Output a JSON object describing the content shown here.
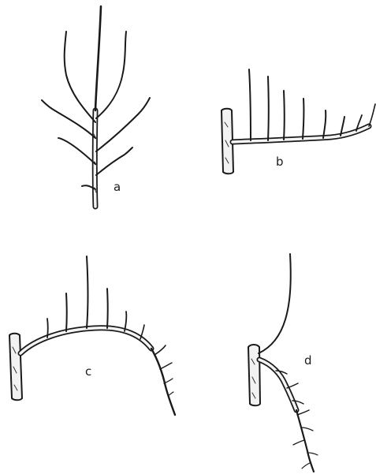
{
  "figure": {
    "panels": [
      {
        "id": "a",
        "label": "a"
      },
      {
        "id": "b",
        "label": "b"
      },
      {
        "id": "c",
        "label": "c"
      },
      {
        "id": "d",
        "label": "d"
      }
    ],
    "colors": {
      "ink": "#1a1a1a",
      "paper": "#ffffff"
    }
  }
}
